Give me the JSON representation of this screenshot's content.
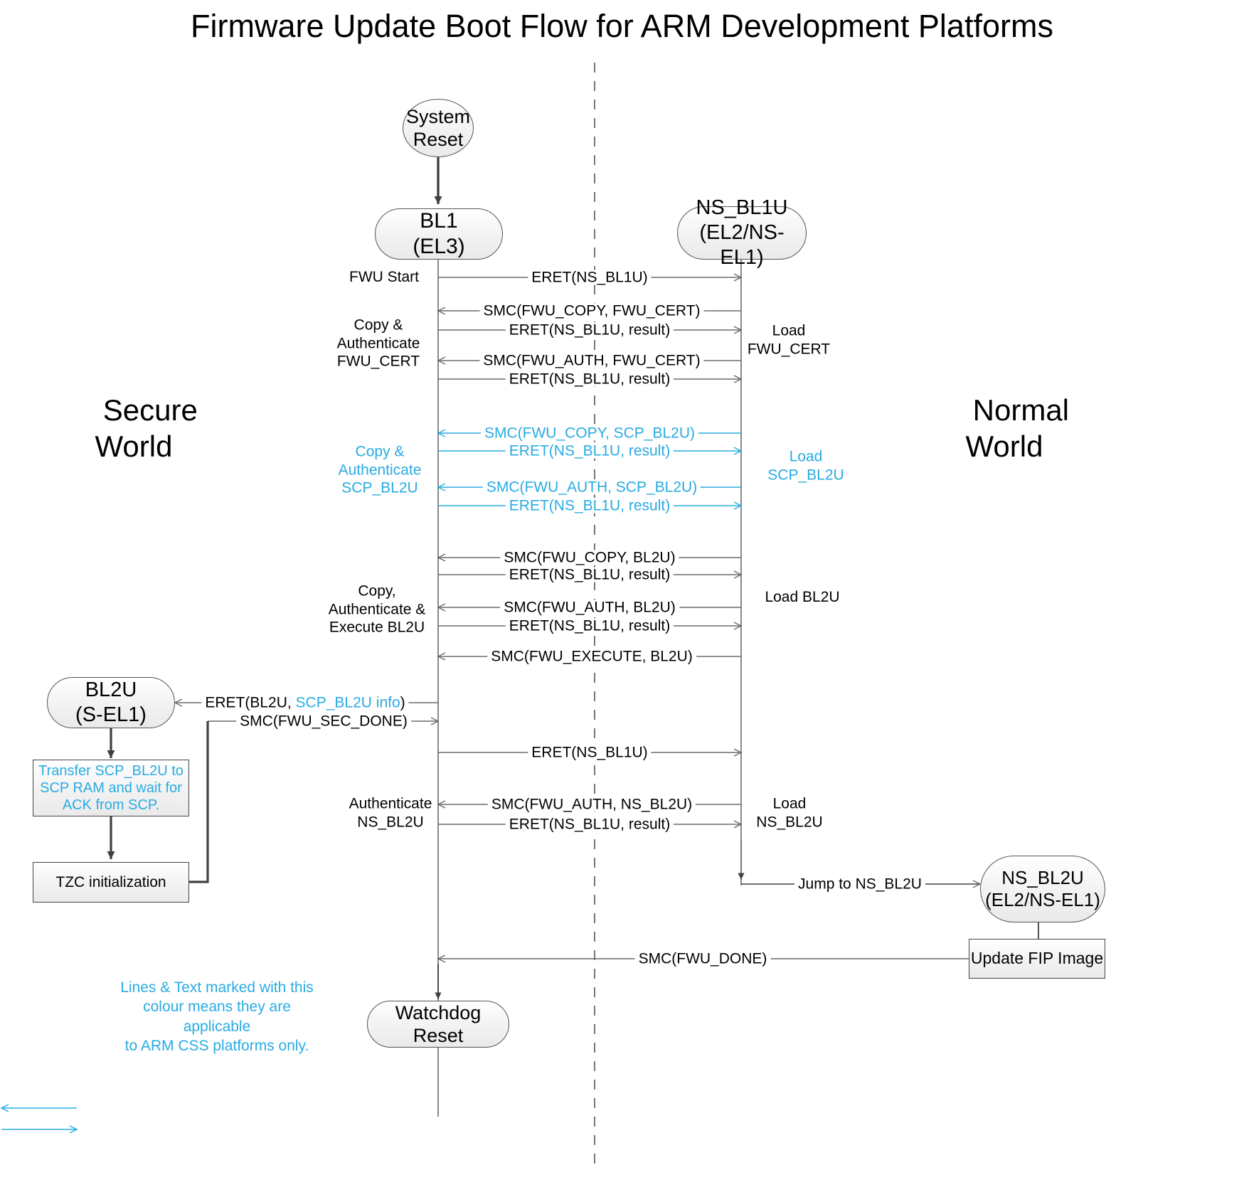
{
  "title": "Firmware Update Boot Flow for ARM Development Platforms",
  "colors": {
    "accent_blue": "#29abe2",
    "line_dark": "#404040",
    "line_gray": "#6b6b6b",
    "node_fill": "#f2f2f2",
    "background": "#ffffff"
  },
  "world_labels": {
    "secure": "Secure\nWorld",
    "normal": "Normal\nWorld"
  },
  "nodes": {
    "system_reset": "System\nReset",
    "bl1": "BL1\n(EL3)",
    "ns_bl1u": "NS_BL1U\n(EL2/NS-EL1)",
    "bl2u": "BL2U\n(S-EL1)",
    "transfer_scp": "Transfer SCP_BL2U to\nSCP RAM and wait for\nACK from SCP.",
    "tzc_init": "TZC initialization",
    "ns_bl2u": "NS_BL2U\n(EL2/NS-EL1)",
    "update_fip": "Update FIP Image",
    "watchdog_reset": "Watchdog Reset"
  },
  "messages": [
    {
      "id": "m1",
      "text": "ERET(NS_BL1U)",
      "blue": false
    },
    {
      "id": "m2",
      "text": "SMC(FWU_COPY, FWU_CERT)",
      "blue": false
    },
    {
      "id": "m3",
      "text": "ERET(NS_BL1U, result)",
      "blue": false
    },
    {
      "id": "m4",
      "text": "SMC(FWU_AUTH, FWU_CERT)",
      "blue": false
    },
    {
      "id": "m5",
      "text": "ERET(NS_BL1U, result)",
      "blue": false
    },
    {
      "id": "m6",
      "text": "SMC(FWU_COPY, SCP_BL2U)",
      "blue": true
    },
    {
      "id": "m7",
      "text": "ERET(NS_BL1U, result)",
      "blue": true
    },
    {
      "id": "m8",
      "text": "SMC(FWU_AUTH, SCP_BL2U)",
      "blue": true
    },
    {
      "id": "m9",
      "text": "ERET(NS_BL1U, result)",
      "blue": true
    },
    {
      "id": "m10",
      "text": "SMC(FWU_COPY, BL2U)",
      "blue": false
    },
    {
      "id": "m11",
      "text": "ERET(NS_BL1U, result)",
      "blue": false
    },
    {
      "id": "m12",
      "text": "SMC(FWU_AUTH, BL2U)",
      "blue": false
    },
    {
      "id": "m13",
      "text": "ERET(NS_BL1U, result)",
      "blue": false
    },
    {
      "id": "m14",
      "text": "SMC(FWU_EXECUTE, BL2U)",
      "blue": false
    },
    {
      "id": "m15",
      "text": "SMC(FWU_SEC_DONE)",
      "blue": false
    },
    {
      "id": "m16",
      "text": "ERET(NS_BL1U)",
      "blue": false
    },
    {
      "id": "m17",
      "text": "SMC(FWU_AUTH, NS_BL2U)",
      "blue": false
    },
    {
      "id": "m18",
      "text": "ERET(NS_BL1U, result)",
      "blue": false
    },
    {
      "id": "m19",
      "text": "Jump to NS_BL2U",
      "blue": false
    },
    {
      "id": "m20",
      "text": "SMC(FWU_DONE)",
      "blue": false
    }
  ],
  "eret_bl2u": {
    "prefix": "ERET(BL2U, ",
    "blue_part": "SCP_BL2U info",
    "suffix": ")"
  },
  "annotations": {
    "left": [
      {
        "id": "a1",
        "text": "FWU Start",
        "blue": false
      },
      {
        "id": "a2",
        "text": "Copy &\nAuthenticate\nFWU_CERT",
        "blue": false
      },
      {
        "id": "a3",
        "text": "Copy &\nAuthenticate\nSCP_BL2U",
        "blue": true
      },
      {
        "id": "a4",
        "text": "Copy,\nAuthenticate &\nExecute BL2U",
        "blue": false
      },
      {
        "id": "a5",
        "text": "Authenticate\nNS_BL2U",
        "blue": false
      }
    ],
    "right": [
      {
        "id": "b1",
        "text": "Load\nFWU_CERT",
        "blue": false
      },
      {
        "id": "b2",
        "text": "Load\nSCP_BL2U",
        "blue": true
      },
      {
        "id": "b3",
        "text": "Load BL2U",
        "blue": false
      },
      {
        "id": "b4",
        "text": "Load\nNS_BL2U",
        "blue": false
      }
    ]
  },
  "legend": {
    "text": "Lines & Text marked with this\ncolour means they are applicable\nto ARM CSS platforms only."
  }
}
